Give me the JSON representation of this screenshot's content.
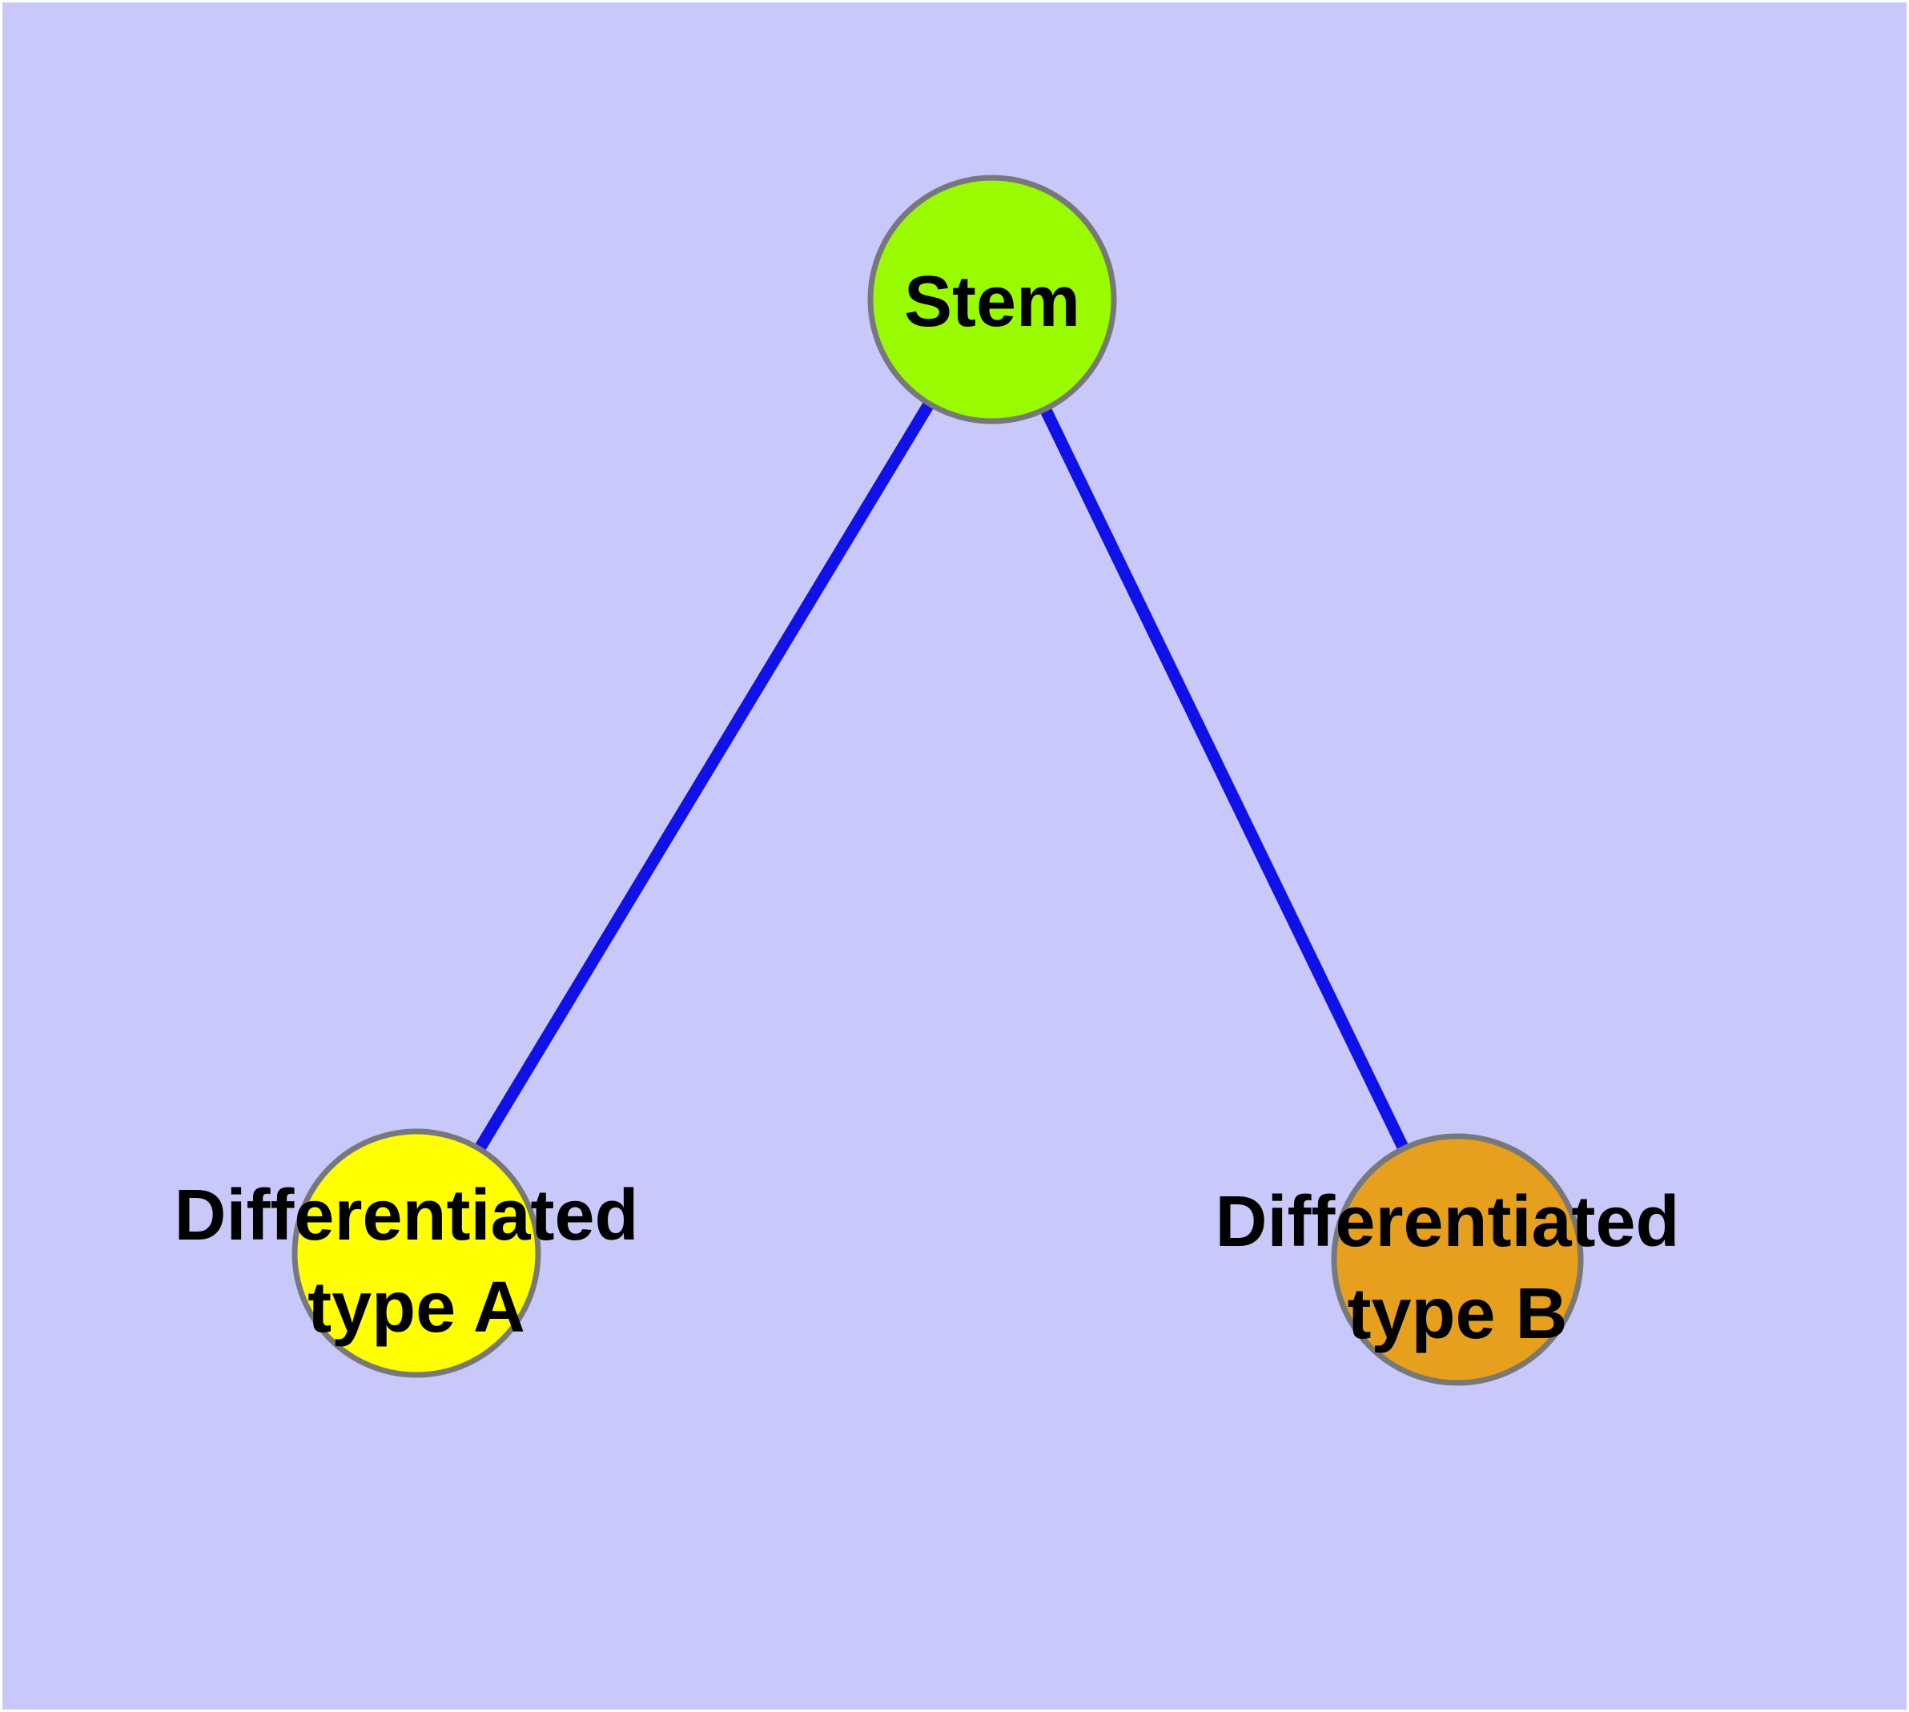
{
  "diagram": {
    "type": "node-link-graph",
    "title": "",
    "colors": {
      "page_margin": "#FFFFFF",
      "background": "#C8C8FA",
      "node_border": "#787878",
      "edge": "#1010E8",
      "label": "#000000",
      "stem_fill": "#9AFB00",
      "type_a_fill": "#FFFF00",
      "type_b_fill": "#E6A01E"
    },
    "nodes": [
      {
        "id": "stem",
        "label": "Stem",
        "label_line1": "Stem",
        "label_line2": "",
        "fill": "#9AFB00"
      },
      {
        "id": "type-a",
        "label": "Differentiated type A",
        "label_line1": "Differentiated",
        "label_line2": "type A",
        "fill": "#FFFF00"
      },
      {
        "id": "type-b",
        "label": "Differentiated type B",
        "label_line1": "Differentiated",
        "label_line2": "type B",
        "fill": "#E6A01E"
      }
    ],
    "edges": [
      {
        "from": "Stem",
        "to": "Differentiated type A"
      },
      {
        "from": "Stem",
        "to": "Differentiated type B"
      }
    ]
  }
}
